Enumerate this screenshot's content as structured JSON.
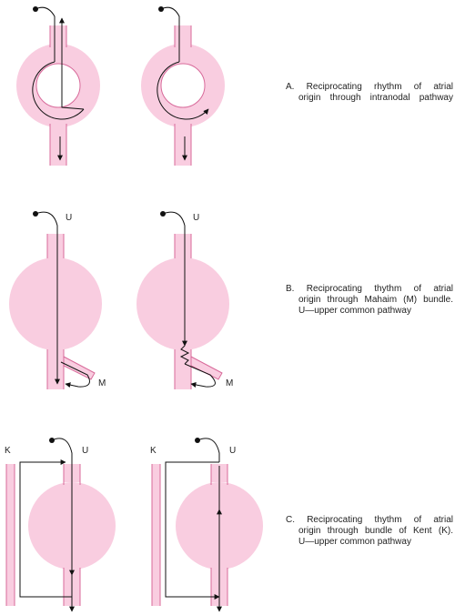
{
  "colors": {
    "tissue": "#f9cde0",
    "edge": "#d86a9a",
    "ink": "#111111"
  },
  "panels": [
    {
      "id": "A",
      "caption": [
        "A. Reciprocating rhythm of atrial",
        "origin through intranodal pathway"
      ],
      "diagrams": [
        {
          "labels": []
        },
        {
          "labels": []
        }
      ]
    },
    {
      "id": "B",
      "caption": [
        "B. Reciprocating thythm of atrial",
        "origin through Mahaim (M) bundle.",
        "U—upper common pathway"
      ],
      "diagrams": [
        {
          "labels": [
            "U",
            "M"
          ]
        },
        {
          "labels": [
            "U",
            "M"
          ]
        }
      ]
    },
    {
      "id": "C",
      "caption": [
        "C. Reciprocating thythm of atrial",
        "origin through bundle of Kent (K).",
        "U—upper common pathway"
      ],
      "diagrams": [
        {
          "labels": [
            "K",
            "U"
          ]
        },
        {
          "labels": [
            "K",
            "U"
          ]
        }
      ]
    }
  ]
}
